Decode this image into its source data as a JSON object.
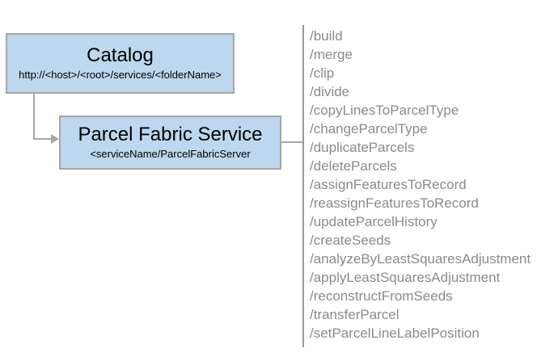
{
  "diagram": {
    "catalog_box": {
      "title": "Catalog",
      "subtitle": "http://<host>/<root>/services/<folderName>"
    },
    "service_box": {
      "title": "Parcel Fabric Service",
      "subtitle": "<serviceName/ParcelFabricServer"
    },
    "operations": [
      "/build",
      "/merge",
      "/clip",
      "/divide",
      "/copyLinesToParcelType",
      "/changeParcelType",
      "/duplicateParcels",
      "/deleteParcels",
      "/assignFeaturesToRecord",
      "/reassignFeaturesToRecord",
      "/updateParcelHistory",
      "/createSeeds",
      "/analyzeByLeastSquaresAdjustment",
      "/applyLeastSquaresAdjustment",
      "/reconstructFromSeeds",
      "/transferParcel",
      "/setParcelLineLabelPosition"
    ],
    "colors": {
      "box_fill": "#bdd7ee",
      "box_border": "#a6a6a6",
      "connector": "#a6a6a6",
      "divider": "#999999",
      "title_text": "#000000",
      "operations_text": "#8a8a8a"
    }
  }
}
